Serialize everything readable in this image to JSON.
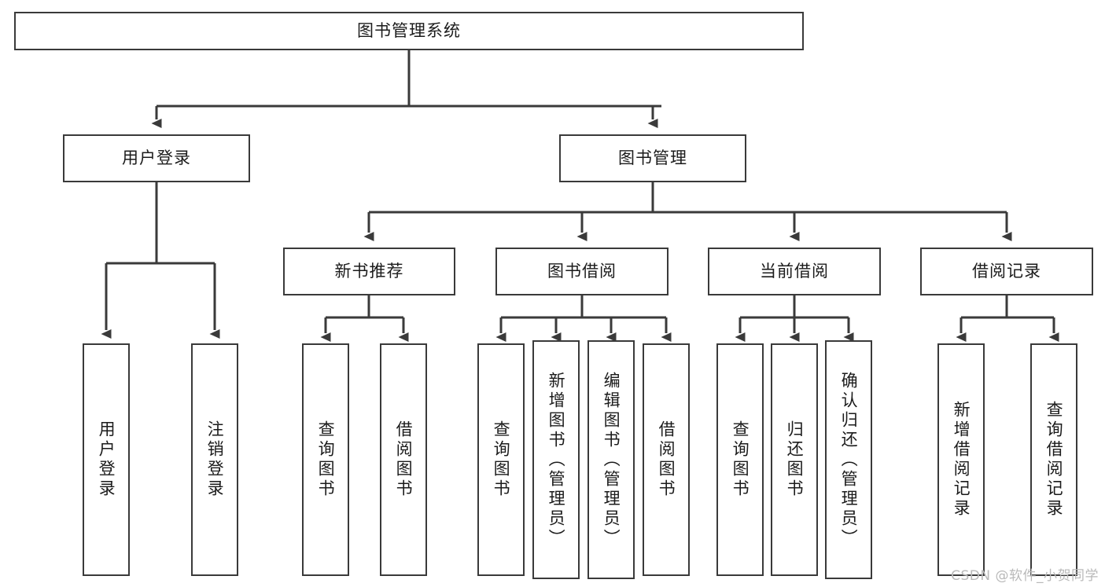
{
  "diagram": {
    "type": "tree",
    "title": "图书管理系统",
    "root": {
      "id": "root",
      "label": "图书管理系统",
      "orientation": "horizontal"
    },
    "level2": [
      {
        "id": "user-login",
        "label": "用户登录",
        "orientation": "horizontal"
      },
      {
        "id": "book-manage",
        "label": "图书管理",
        "orientation": "horizontal"
      }
    ],
    "level3": [
      {
        "id": "new-book-recommend",
        "label": "新书推荐",
        "orientation": "horizontal",
        "parent": "book-manage"
      },
      {
        "id": "book-borrow",
        "label": "图书借阅",
        "orientation": "horizontal",
        "parent": "book-manage"
      },
      {
        "id": "current-borrow",
        "label": "当前借阅",
        "orientation": "horizontal",
        "parent": "book-manage"
      },
      {
        "id": "borrow-record",
        "label": "借阅记录",
        "orientation": "horizontal",
        "parent": "book-manage"
      }
    ],
    "leaves": {
      "user-login": [
        {
          "id": "leaf-user-login",
          "label": "用户登录"
        },
        {
          "id": "leaf-user-logout",
          "label": "注销登录"
        }
      ],
      "new-book-recommend": [
        {
          "id": "leaf-query-book-1",
          "label": "查询图书"
        },
        {
          "id": "leaf-borrow-book-1",
          "label": "借阅图书"
        }
      ],
      "book-borrow": [
        {
          "id": "leaf-query-book-2",
          "label": "查询图书"
        },
        {
          "id": "leaf-add-book-admin",
          "label": "新增图书（管理员）"
        },
        {
          "id": "leaf-edit-book-admin",
          "label": "编辑图书（管理员）"
        },
        {
          "id": "leaf-borrow-book-2",
          "label": "借阅图书"
        }
      ],
      "current-borrow": [
        {
          "id": "leaf-query-book-3",
          "label": "查询图书"
        },
        {
          "id": "leaf-return-book",
          "label": "归还图书"
        },
        {
          "id": "leaf-confirm-return-admin",
          "label": "确认归还（管理员）"
        }
      ],
      "borrow-record": [
        {
          "id": "leaf-add-borrow-record",
          "label": "新增借阅记录"
        },
        {
          "id": "leaf-query-borrow-record",
          "label": "查询借阅记录"
        }
      ]
    }
  },
  "watermark": {
    "text": "CSDN @软件_小贺同学"
  },
  "colors": {
    "stroke": "#3a3a3a",
    "box_fill": "#ffffff",
    "text": "#1b1b1b",
    "watermark": "#b9b9b9",
    "background": "#ffffff"
  }
}
